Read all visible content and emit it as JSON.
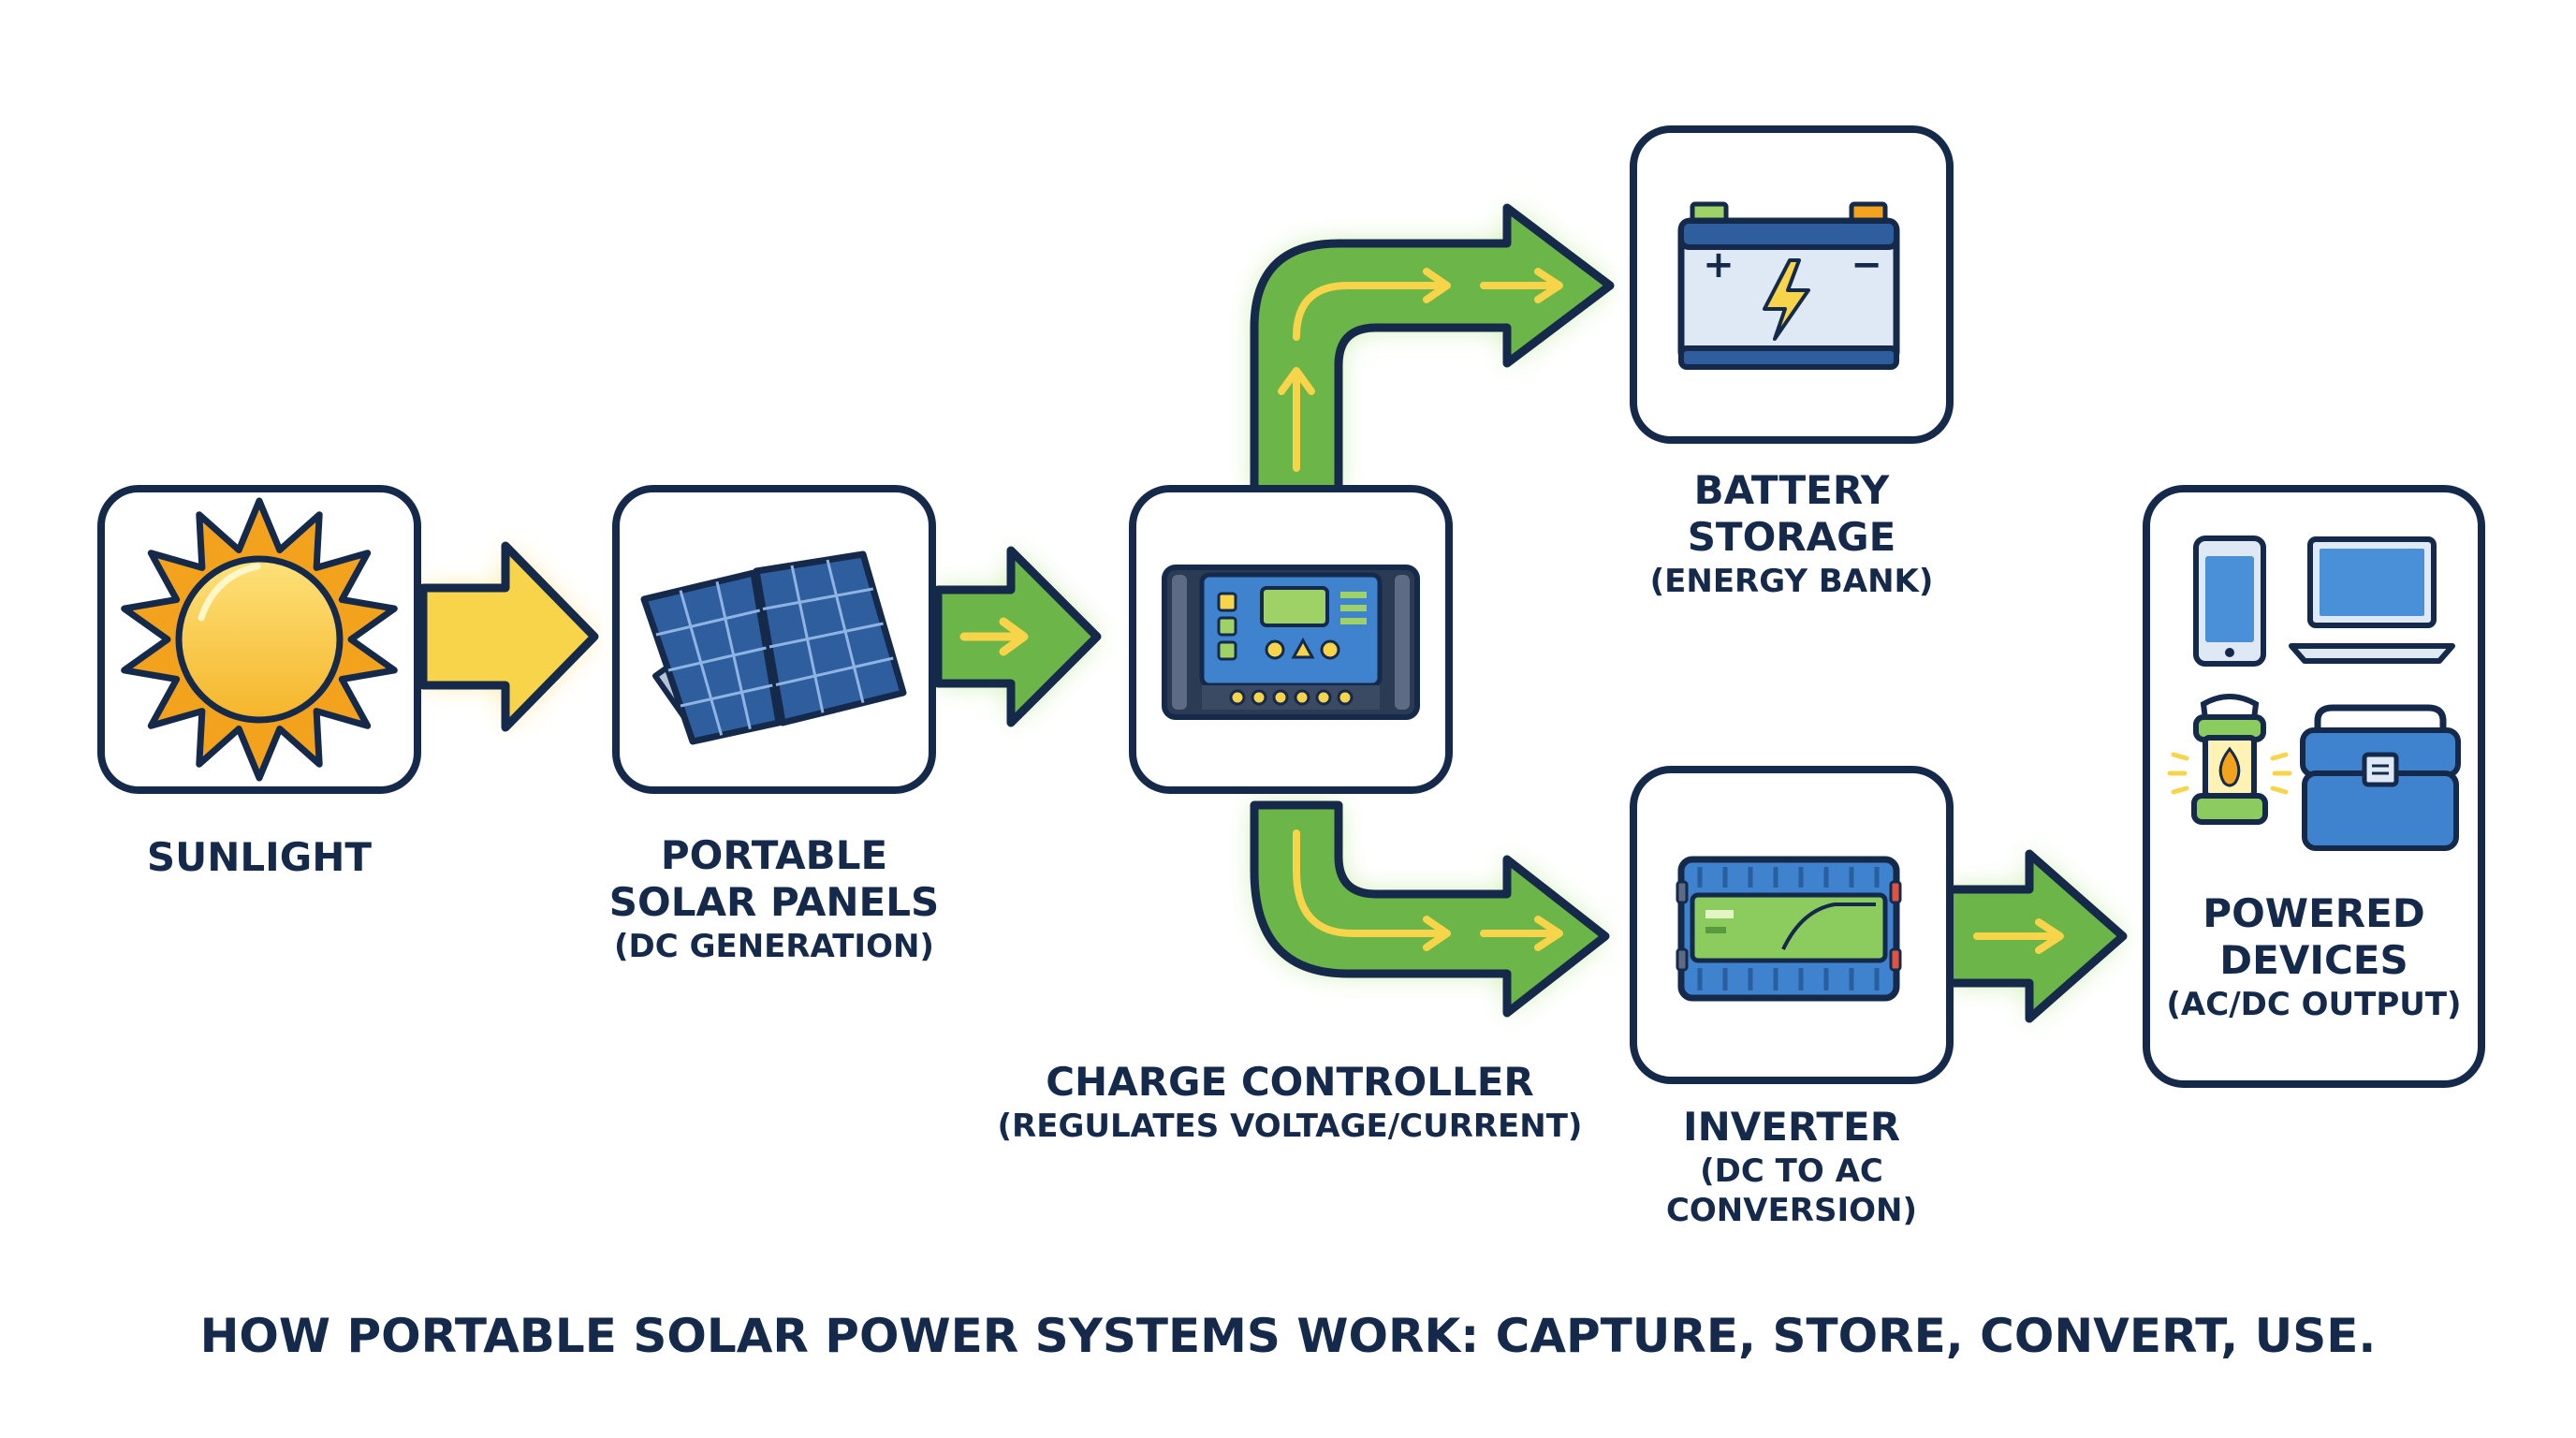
{
  "nodes": {
    "sunlight": {
      "label": "SUNLIGHT"
    },
    "solar_panels": {
      "label_line1": "PORTABLE",
      "label_line2": "SOLAR PANELS",
      "sub": "(DC GENERATION)"
    },
    "charge_controller": {
      "label": "CHARGE CONTROLLER",
      "sub": "(REGULATES VOLTAGE/CURRENT)"
    },
    "battery": {
      "label_line1": "BATTERY",
      "label_line2": "STORAGE",
      "sub": "(ENERGY BANK)"
    },
    "inverter": {
      "label": "INVERTER",
      "sub_line1": "(DC TO AC",
      "sub_line2": "CONVERSION)"
    },
    "devices": {
      "label_line1": "POWERED",
      "label_line2": "DEVICES",
      "sub": "(AC/DC OUTPUT)"
    }
  },
  "battery_symbols": {
    "plus": "+",
    "minus": "−"
  },
  "caption": "HOW PORTABLE SOLAR POWER SYSTEMS WORK: CAPTURE, STORE, CONVERT, USE.",
  "colors": {
    "navy": "#15294a",
    "sun_yellow": "#f8c531",
    "sun_orange": "#f2a21c",
    "arrow_yellow": "#f7d44a",
    "arrow_green": "#6cb548",
    "glow_green": "#c9ecaa",
    "glow_yellow": "#fbe79a",
    "panel_blue": "#2f5e9e",
    "device_blue": "#4a90d9",
    "light_green": "#8ccb5e"
  }
}
